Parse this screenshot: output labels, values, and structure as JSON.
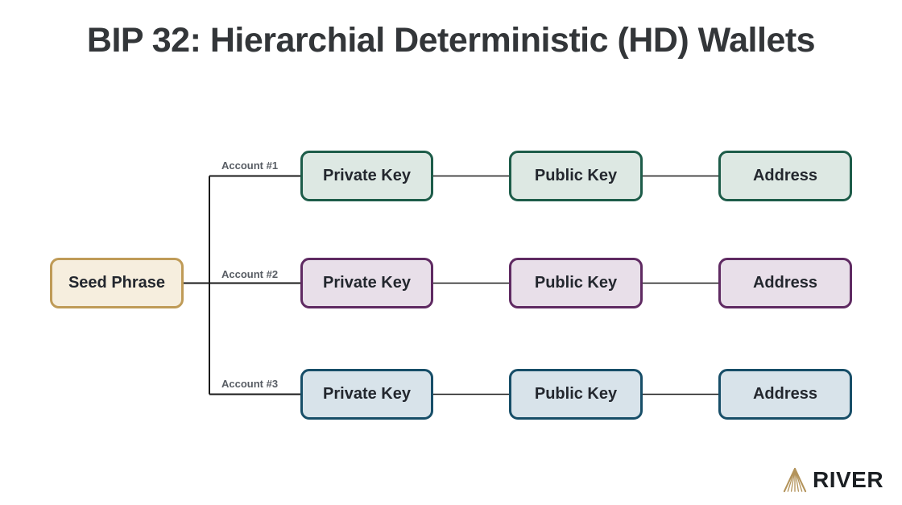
{
  "title": "BIP 32: Hierarchial Deterministic (HD) Wallets",
  "seed": {
    "label": "Seed Phrase",
    "fill": "#f6eede",
    "border": "#bf9b57"
  },
  "accounts": [
    {
      "label": "Account #1",
      "fill": "#dde8e3",
      "border": "#1d5c49",
      "nodes": {
        "private": "Private Key",
        "public": "Public Key",
        "address": "Address"
      }
    },
    {
      "label": "Account #2",
      "fill": "#e8dfe9",
      "border": "#5f2a62",
      "nodes": {
        "private": "Private Key",
        "public": "Public Key",
        "address": "Address"
      }
    },
    {
      "label": "Account #3",
      "fill": "#d8e3ea",
      "border": "#174e68",
      "nodes": {
        "private": "Private Key",
        "public": "Public Key",
        "address": "Address"
      }
    }
  ],
  "connector_color": "#1a1a1a",
  "logo": {
    "brand": "RIVER",
    "mark_color": "#b3935a",
    "text_color": "#1b1f23"
  }
}
